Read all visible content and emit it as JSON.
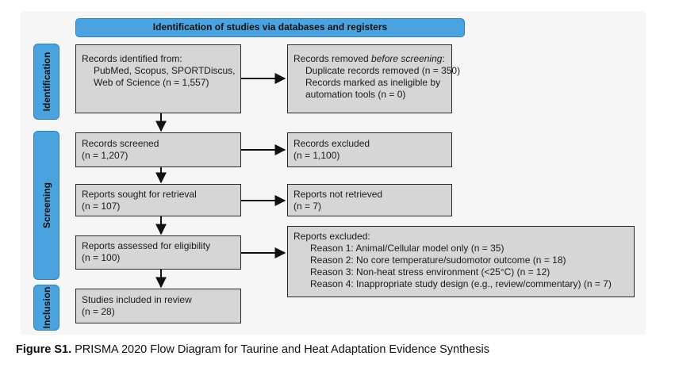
{
  "header": {
    "title": "Identification of studies via databases and registers"
  },
  "phases": {
    "identification": "Identification",
    "screening": "Screening",
    "inclusion": "Inclusion"
  },
  "boxes": {
    "records_identified": {
      "title": "Records identified from:",
      "line1": "PubMed, Scopus, SPORTDiscus,",
      "line2": "Web of Science (n = 1,557)"
    },
    "records_removed": {
      "title_prefix": "Records removed ",
      "title_italic": "before screening",
      "title_suffix": ":",
      "line1": "Duplicate records removed (n = 350)",
      "line2": "Records marked as ineligible by",
      "line3": "automation tools (n = 0)"
    },
    "records_screened": {
      "title": "Records screened",
      "count": "(n = 1,207)"
    },
    "records_excluded": {
      "title": "Records excluded",
      "count": "(n = 1,100)"
    },
    "reports_sought": {
      "title": "Reports sought for retrieval",
      "count": "(n = 107)"
    },
    "reports_not_retrieved": {
      "title": "Reports not retrieved",
      "count": "(n = 7)"
    },
    "reports_assessed": {
      "title": "Reports assessed for eligibility",
      "count": "(n = 100)"
    },
    "reports_excluded": {
      "title": "Reports excluded:",
      "reasons": [
        "Reason 1: Animal/Cellular model only (n = 35)",
        "Reason 2: No core temperature/sudomotor outcome (n = 18)",
        "Reason 3: Non-heat stress environment (<25°C) (n = 12)",
        "Reason 4: Inappropriate study design (e.g., review/commentary) (n = 7)"
      ]
    },
    "studies_included": {
      "title": "Studies included in review",
      "count": "(n = 28)"
    }
  },
  "caption": {
    "label": "Figure S1.",
    "text": " PRISMA 2020 Flow Diagram for Taurine and Heat Adaptation Evidence Synthesis"
  },
  "colors": {
    "phase_blue": "#4aa3df",
    "box_gray": "#d6d6d6",
    "border": "#2a2a2a"
  }
}
